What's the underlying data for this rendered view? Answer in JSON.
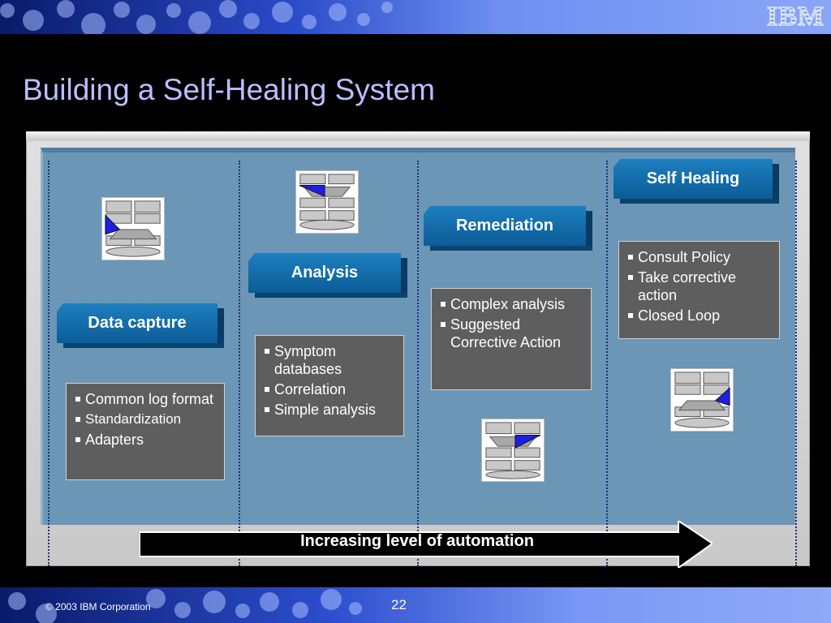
{
  "slide": {
    "title": "Building a Self-Healing System",
    "logo_text": "IBM",
    "footer_copyright": "© 2003 IBM Corporation",
    "page_number": "22"
  },
  "stages": [
    {
      "label": "Data capture",
      "bullets": [
        "Common log format",
        "Standardization",
        "Adapters"
      ]
    },
    {
      "label": "Analysis",
      "bullets": [
        "Symptom databases",
        "Correlation",
        "Simple analysis"
      ]
    },
    {
      "label": "Remediation",
      "bullets": [
        "Complex analysis",
        "Suggested Corrective Action"
      ]
    },
    {
      "label": "Self Healing",
      "bullets": [
        "Consult Policy",
        "Take corrective action",
        "Closed Loop"
      ]
    }
  ],
  "arrow": {
    "label": "Increasing level of automation"
  },
  "colors": {
    "title": "#b9bfff",
    "panel": "#6b96b6",
    "stage_header": "#0b5c96",
    "info_box": "#5e5e5e",
    "icon_accent": "#1e1ee6"
  }
}
